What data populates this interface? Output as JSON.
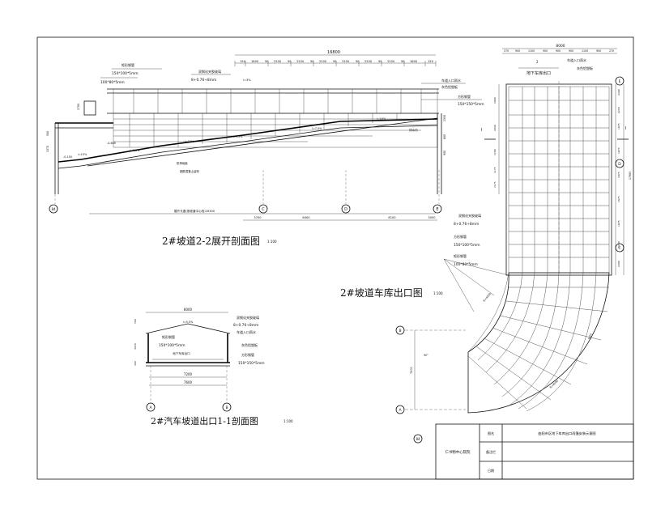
{
  "titles": {
    "section_2_2": "2#坡道2-2展开剖面图",
    "exit_plan": "2#坡道车库出口图",
    "section_1_1": "2#汽车坡道出口1-1剖面图",
    "scale_100": "1:100"
  },
  "section_2_2": {
    "overall_dim": "16800",
    "top_dims": [
      "150",
      "1800",
      "90",
      "2200",
      "90",
      "2200",
      "90",
      "2200",
      "90",
      "2200",
      "90",
      "2200",
      "90",
      "2200",
      "90",
      "1800",
      "150"
    ],
    "bottom_dims": [
      "3700",
      "8400",
      "8100",
      "3000"
    ],
    "bottom_total": "展开长度(按坡道中心线)16300",
    "axes": [
      "84",
      "C",
      "D",
      "E"
    ],
    "labels": {
      "steel_beam_top": "矩形钢管",
      "steel_beam_top_size": "150*100*5mm",
      "steel_col": "100*80*5mm",
      "glass": "双钢化夹胶玻璃",
      "glass_spec": "8+0.76+8mm",
      "slope_top": "i=3%",
      "arrow_left": "车道入口雨水",
      "gray_board": "灰色铝塑板",
      "steel_tube2": "方形钢管",
      "steel_tube2_size": "150*150*5mm",
      "drain": "排水沟",
      "slope_1": "i=15%",
      "slope_2": "i=7.5%",
      "slope_3": "i=15%",
      "slope_4": "i=15%",
      "slope_5": "i=7.5%",
      "slope_6": "i=10%",
      "floor_top": "防滑地面",
      "floor_bot": "钢筋混凝土结构",
      "elev_left": "-0.150",
      "elev_mid": "-4.800",
      "dims_left": [
        "1370",
        "500",
        "650",
        "1700"
      ],
      "dims_right": [
        "1350",
        "600",
        "900"
      ]
    }
  },
  "exit_plan": {
    "overall_dim": "8000",
    "top_dims": [
      "270",
      "900",
      "1100",
      "900",
      "900",
      "900",
      "1100",
      "900",
      "270"
    ],
    "right_dims": [
      "2400",
      "2250",
      "1975",
      "1975",
      "1975",
      "1975",
      "1975",
      "1975",
      "2200",
      "2400",
      "2200"
    ],
    "right_total": "17983",
    "right_mid": "2000",
    "left_dims": [
      "1900",
      "2040",
      "1700",
      "1175",
      "1175"
    ],
    "exit_label": "地下车库出口",
    "exit_num": "2",
    "labels": {
      "arrow": "车道入口雨水",
      "gray_board": "灰色铝塑板",
      "glass": "双钢化夹胶玻璃",
      "glass_spec": "8+0.76+8mm",
      "steel_tube": "方形钢管",
      "steel_tube_size": "150*100*5mm",
      "steel_col": "矩形钢管",
      "steel_col_size": "100*80*5mm",
      "radius": "R=4500",
      "radius2": "R=8500",
      "arc_dim": "1000",
      "left_dim": "7500",
      "angle": "90°"
    },
    "axes": [
      "E",
      "D",
      "C",
      "B",
      "A",
      "84"
    ],
    "section_mark": "I"
  },
  "section_1_1": {
    "overall_dim": "8000",
    "inner_dim": "7200",
    "bottom_dim": "7600",
    "height_dims": [
      "500",
      "3050",
      "300"
    ],
    "slope": "i=5.5%",
    "labels": {
      "glass": "双钢化夹胶玻璃",
      "glass_spec": "8+0.76+8mm",
      "arrow": "车道入口雨水",
      "gray_board": "灰色铝塑板",
      "steel_tube": "矩形钢管",
      "steel_tube_size": "150*100*5mm",
      "inside": "地下车库出口",
      "steel_col": "方形钢管",
      "steel_col_size": "150*150*5mm"
    },
    "axes": [
      "A",
      "B"
    ]
  },
  "title_block": {
    "company": "仁书物中心院院",
    "row1_label": "图名",
    "row1_value": "曲阳市区地下车库出口雨篷安装示意图",
    "row2_label": "备注栏",
    "row3_label": "日期"
  }
}
